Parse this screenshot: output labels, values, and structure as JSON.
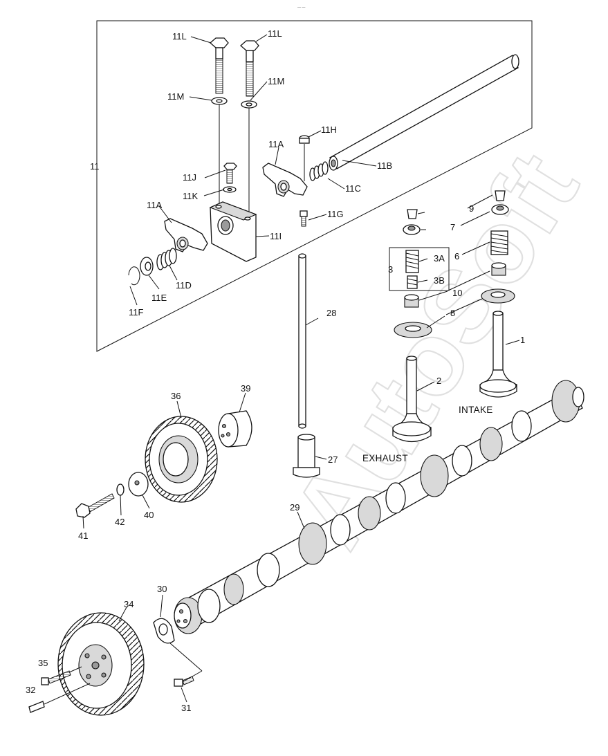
{
  "header_mark": "— —",
  "watermark": "AutoSoft",
  "labels": {
    "l11": "11",
    "l11A": "11A",
    "l11B": "11B",
    "l11C": "11C",
    "l11D": "11D",
    "l11E": "11E",
    "l11F": "11F",
    "l11G": "11G",
    "l11H": "11H",
    "l11I": "11I",
    "l11J": "11J",
    "l11K": "11K",
    "l11L": "11L",
    "l11M": "11M",
    "l1": "1",
    "l2": "2",
    "l3": "3",
    "l3A": "3A",
    "l3B": "3B",
    "l6": "6",
    "l7": "7",
    "l8": "8",
    "l9": "9",
    "l10": "10",
    "l27": "27",
    "l28": "28",
    "l29": "29",
    "l30": "30",
    "l31": "31",
    "l32": "32",
    "l34": "34",
    "l35": "35",
    "l36": "36",
    "l39": "39",
    "l40": "40",
    "l41": "41",
    "l42": "42"
  },
  "captions": {
    "intake": "INTAKE",
    "exhaust": "EXHAUST"
  }
}
